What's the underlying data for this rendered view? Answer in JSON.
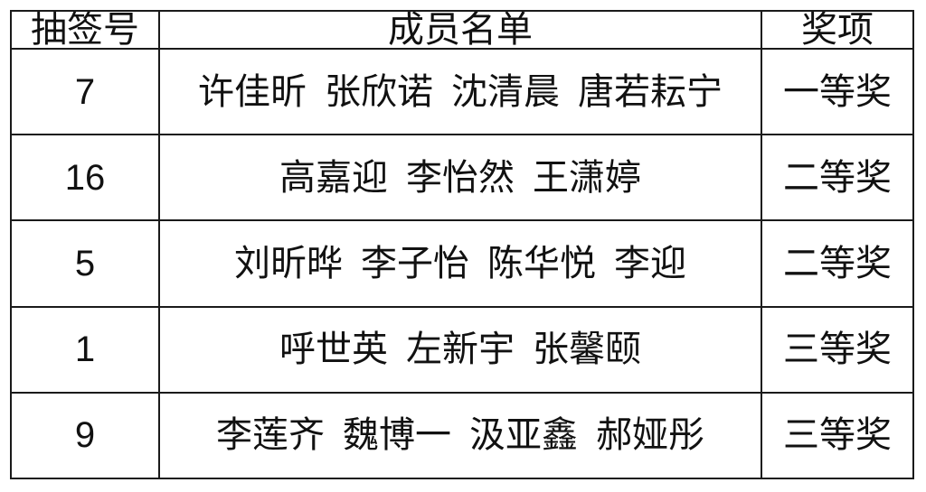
{
  "table": {
    "headers": {
      "number": "抽签号",
      "members": "成员名单",
      "award": "奖项"
    },
    "rows": [
      {
        "number": "7",
        "members": [
          "许佳昕",
          "张欣诺",
          "沈清晨",
          "唐若耘宁"
        ],
        "award": "一等奖"
      },
      {
        "number": "16",
        "members": [
          "高嘉迎",
          "李怡然",
          "王潇婷"
        ],
        "award": "二等奖"
      },
      {
        "number": "5",
        "members": [
          "刘昕晔",
          "李子怡",
          "陈华悦",
          "李迎"
        ],
        "award": "二等奖"
      },
      {
        "number": "1",
        "members": [
          "呼世英",
          "左新宇",
          "张馨颐"
        ],
        "award": "三等奖"
      },
      {
        "number": "9",
        "members": [
          "李莲齐",
          "魏博一",
          "汲亚鑫",
          "郝娅彤"
        ],
        "award": "三等奖"
      }
    ]
  }
}
